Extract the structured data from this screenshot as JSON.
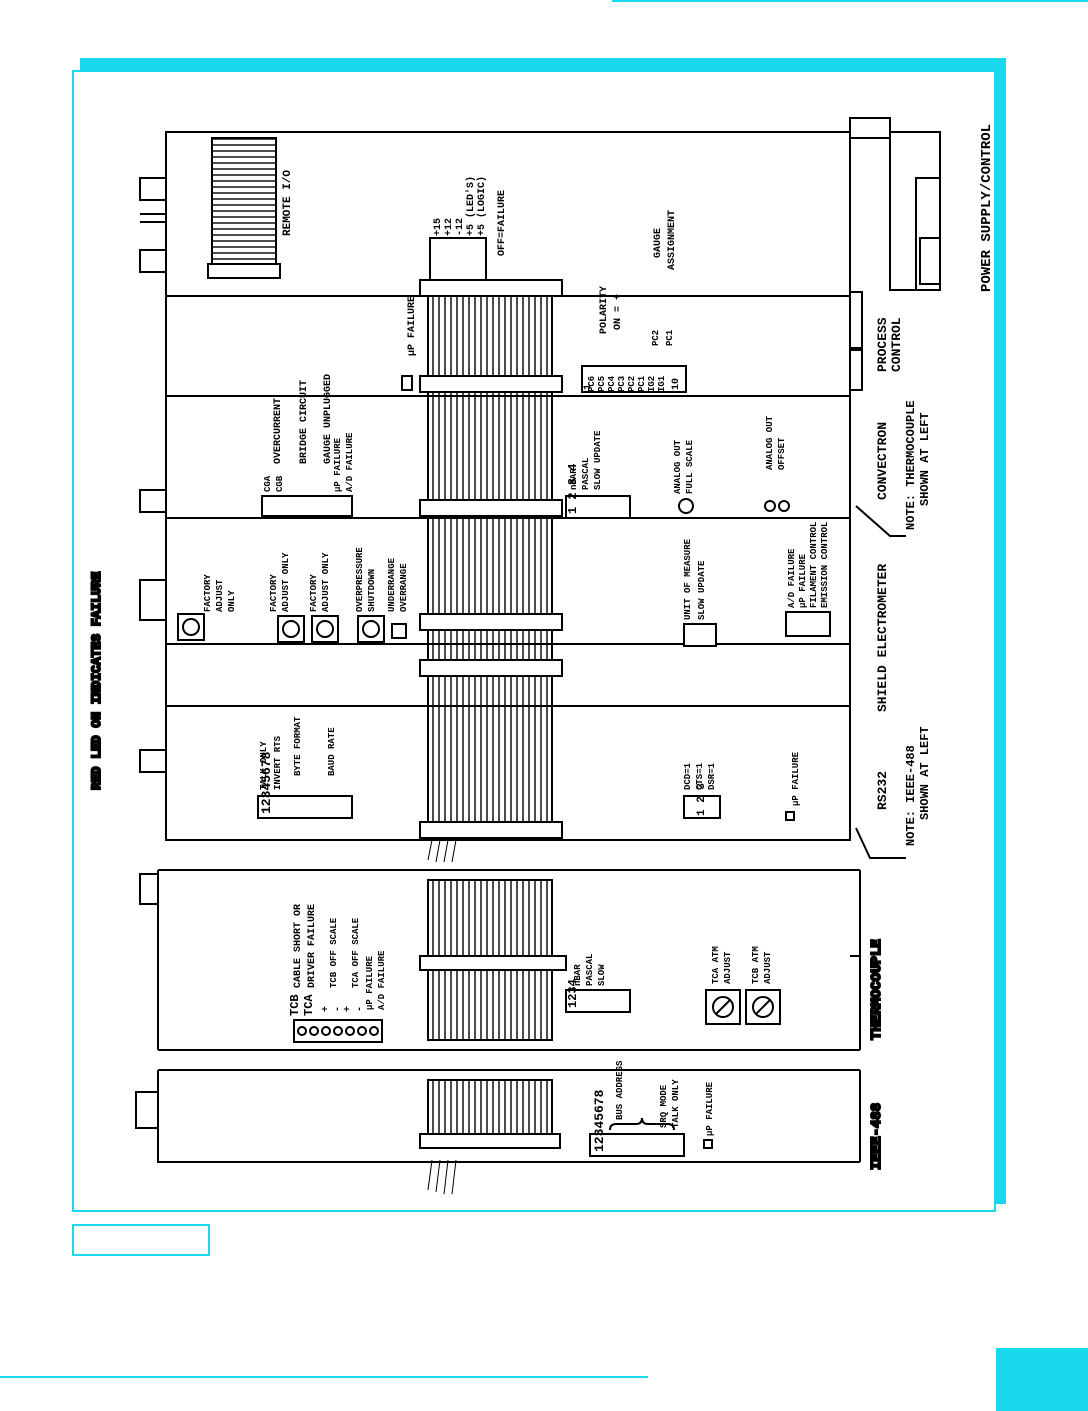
{
  "colors": {
    "accent": "#19d9ec",
    "ink": "#000000",
    "paper": "#ffffff"
  },
  "diagram": {
    "header_note": "RED LED ON INDICATES FAILURE",
    "modules": {
      "ieee488": {
        "name": "IEEE-488",
        "switch_numbers": "12345678",
        "bus_address": "BUS ADDRESS",
        "srq_mode": "SRQ MODE",
        "talk_only": "TALK ONLY",
        "up_failure": "µP FAILURE"
      },
      "thermocouple": {
        "name": "THERMOCOUPLE",
        "tcb": "TCB",
        "tca": "TCA",
        "cable_short": "CABLE SHORT OR",
        "driver_failure": "DRIVER FAILURE",
        "plus_a": "+",
        "minus_a": "-",
        "plus_b": "+",
        "minus_b": "-",
        "tcb_off_scale": "TCB OFF SCALE",
        "tca_off_scale": "TCA OFF SCALE",
        "up_failure": "µP FAILURE",
        "ad_failure": "A/D FAILURE",
        "nbar": "nBAR",
        "pascal": "PASCAL",
        "slow": "SLOW",
        "switch_numbers": "1234",
        "tca_atm_1": "TCA ATM",
        "tca_atm_2": "ADJUST",
        "tcb_atm_1": "TCB ATM",
        "tcb_atm_2": "ADJUST"
      },
      "rs232": {
        "name": "RS232",
        "note_1": "NOTE: IEEE-488",
        "note_2": "SHOWN AT LEFT",
        "switch_numbers": "12345678",
        "talk_only": "TALK ONLY",
        "invert_rts": "INVERT RTS",
        "byte_format": "BYTE FORMAT",
        "baud_rate": "BAUD RATE",
        "dcd": "DCD=1",
        "cts": "CTS=1",
        "dsr": "DSR=1",
        "switch_123": "1 2 3",
        "up_failure": "µP FAILURE"
      },
      "electrometer": {
        "name": "SHIELD ELECTROMETER",
        "factory_1": "FACTORY",
        "factory_2": "ADJUST",
        "factory_3": "ONLY",
        "factory_b": "FACTORY",
        "factory_b2": "ADJUST ONLY",
        "factory_c": "FACTORY",
        "factory_c2": "ADJUST ONLY",
        "overpressure": "OVERPRESSURE",
        "shutdown": "SHUTDOWN",
        "underrange": "UNDERRANGE",
        "overrange": "OVERRANGE",
        "unit_of_measure": "UNIT OF MEASURE",
        "slow_update": "SLOW UPDATE",
        "ad_failure": "A/D FAILURE",
        "up_failure": "µP FAILURE",
        "filament_control": "FILAMENT CONTROL",
        "emission_control": "EMISSION CONTROL"
      },
      "convectron": {
        "name": "CONVECTRON",
        "note_1": "NOTE: THERMOCOUPLE",
        "note_2": "SHOWN AT LEFT",
        "cga": "CGA",
        "cgb": "CGB",
        "overcurrent": "OVERCURRENT",
        "bridge_circuit": "BRIDGE CIRCUIT",
        "gauge_unplugged": "GAUGE UNPLUGGED",
        "up_failure": "µP FAILURE",
        "ad_failure": "A/D FAILURE",
        "nbar": "nBAR",
        "pascal": "PASCAL",
        "slow_update": "SLOW UPDATE",
        "switch_numbers": "1 2 3 4",
        "analog_fs_1": "ANALOG OUT",
        "analog_fs_2": "FULL SCALE",
        "analog_off_1": "ANALOG OUT",
        "analog_off_2": "OFFSET"
      },
      "process_control": {
        "name_1": "PROCESS",
        "name_2": "CONTROL",
        "up_failure": "µP FAILURE",
        "polarity": "POLARITY",
        "on_plus": "ON = +",
        "pc_list": [
          "PC6",
          "PC5",
          "PC4",
          "PC3",
          "PC2",
          "PC1",
          "IG2",
          "IG1"
        ],
        "pc2": "PC2",
        "pc1": "PC1",
        "ig1": "IG1",
        "ig2": "IG2",
        "gauge": "GAUGE",
        "assignment": "ASSIGNMENT",
        "num_1": "1",
        "num_10": "10"
      },
      "power_supply": {
        "name": "POWER SUPPLY/CONTROL",
        "remote_io": "REMOTE I/O",
        "rails": [
          "+15",
          "+12",
          "-12",
          "+5 (LED'S)",
          "+5 (LOGIC)"
        ],
        "off_failure": "OFF=FAILURE"
      }
    }
  }
}
